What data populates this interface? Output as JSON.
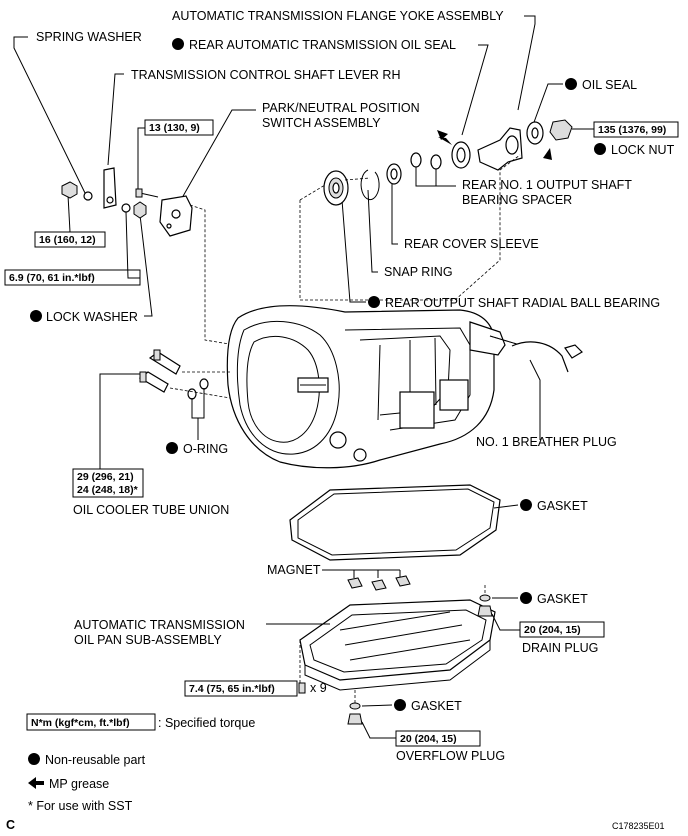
{
  "labels": {
    "flange_yoke": "AUTOMATIC TRANSMISSION FLANGE YOKE ASSEMBLY",
    "spring_washer": "SPRING WASHER",
    "rear_oil_seal": "REAR AUTOMATIC TRANSMISSION OIL SEAL",
    "control_lever": "TRANSMISSION CONTROL SHAFT LEVER RH",
    "oil_seal": "OIL SEAL",
    "pnp_switch_1": "PARK/NEUTRAL POSITION",
    "pnp_switch_2": "SWITCH ASSEMBLY",
    "lock_nut": "LOCK NUT",
    "spacer_1": "REAR NO. 1 OUTPUT SHAFT",
    "spacer_2": "BEARING  SPACER",
    "rear_cover_sleeve": "REAR COVER SLEEVE",
    "snap_ring": "SNAP RING",
    "radial_bearing": "REAR OUTPUT SHAFT RADIAL BALL BEARING",
    "lock_washer": "LOCK WASHER",
    "o_ring": "O-RING",
    "breather_plug": "NO. 1 BREATHER PLUG",
    "oil_cooler_union": "OIL COOLER TUBE UNION",
    "gasket_pan": "GASKET",
    "magnet": "MAGNET",
    "gasket_drain": "GASKET",
    "oil_pan_1": "AUTOMATIC TRANSMISSION",
    "oil_pan_2": "OIL PAN SUB-ASSEMBLY",
    "drain_plug": "DRAIN PLUG",
    "gasket_overflow": "GASKET",
    "overflow_plug": "OVERFLOW PLUG",
    "bolt_count": "x 9"
  },
  "torques": {
    "pnp_bolt": "13 (130, 9)",
    "lock_nut": "135 (1376, 99)",
    "control_lever": "16 (160, 12)",
    "lock_washer_nut": "6.9 (70, 61 in.*lbf)",
    "union_1": "29 (296, 21)",
    "union_2": "24 (248, 18)*",
    "drain_plug": "20 (204, 15)",
    "pan_bolts": "7.4 (75, 65 in.*lbf)",
    "overflow_plug": "20 (204, 15)"
  },
  "legend": {
    "torque_box": "N*m (kgf*cm, ft.*lbf)",
    "torque_desc": ": Specified torque",
    "non_reusable": "Non-reusable part",
    "mp_grease": "MP grease",
    "sst": "* For use with SST"
  },
  "footer": {
    "left_code": "C",
    "right_code": "C178235E01"
  },
  "colors": {
    "ink": "#000000",
    "paper": "#ffffff"
  }
}
